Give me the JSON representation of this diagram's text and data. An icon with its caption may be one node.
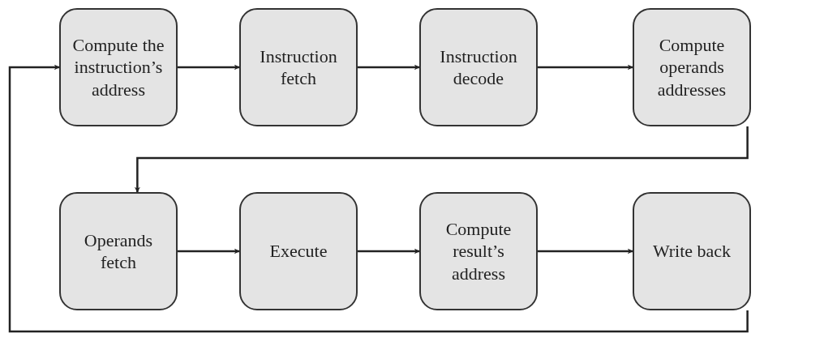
{
  "diagram": {
    "nodes": [
      {
        "text": [
          "Compute the instruction’s address"
        ]
      },
      {
        "text": [
          "Instruction fetch"
        ]
      },
      {
        "text": [
          "Instruction decode"
        ]
      },
      {
        "text": [
          "Compute operands addresses"
        ]
      },
      {
        "text": [
          "Operands fetch"
        ]
      },
      {
        "text": [
          "Execute"
        ]
      },
      {
        "text": [
          "Compute result’s address"
        ]
      },
      {
        "text": [
          "Write back"
        ]
      }
    ],
    "edges": [
      {
        "from": 0,
        "to": 1,
        "arrow": "to"
      },
      {
        "from": 1,
        "to": 2,
        "arrow": "to"
      },
      {
        "from": 2,
        "to": 3,
        "arrow": "to"
      },
      {
        "from": 3,
        "to": 4,
        "arrow": "to"
      },
      {
        "from": 4,
        "to": 5,
        "arrow": "to"
      },
      {
        "from": 5,
        "to": 6,
        "arrow": "to"
      },
      {
        "from": 6,
        "to": 7,
        "arrow": "to"
      },
      {
        "from": 7,
        "to": 0,
        "arrow": "to"
      }
    ]
  }
}
